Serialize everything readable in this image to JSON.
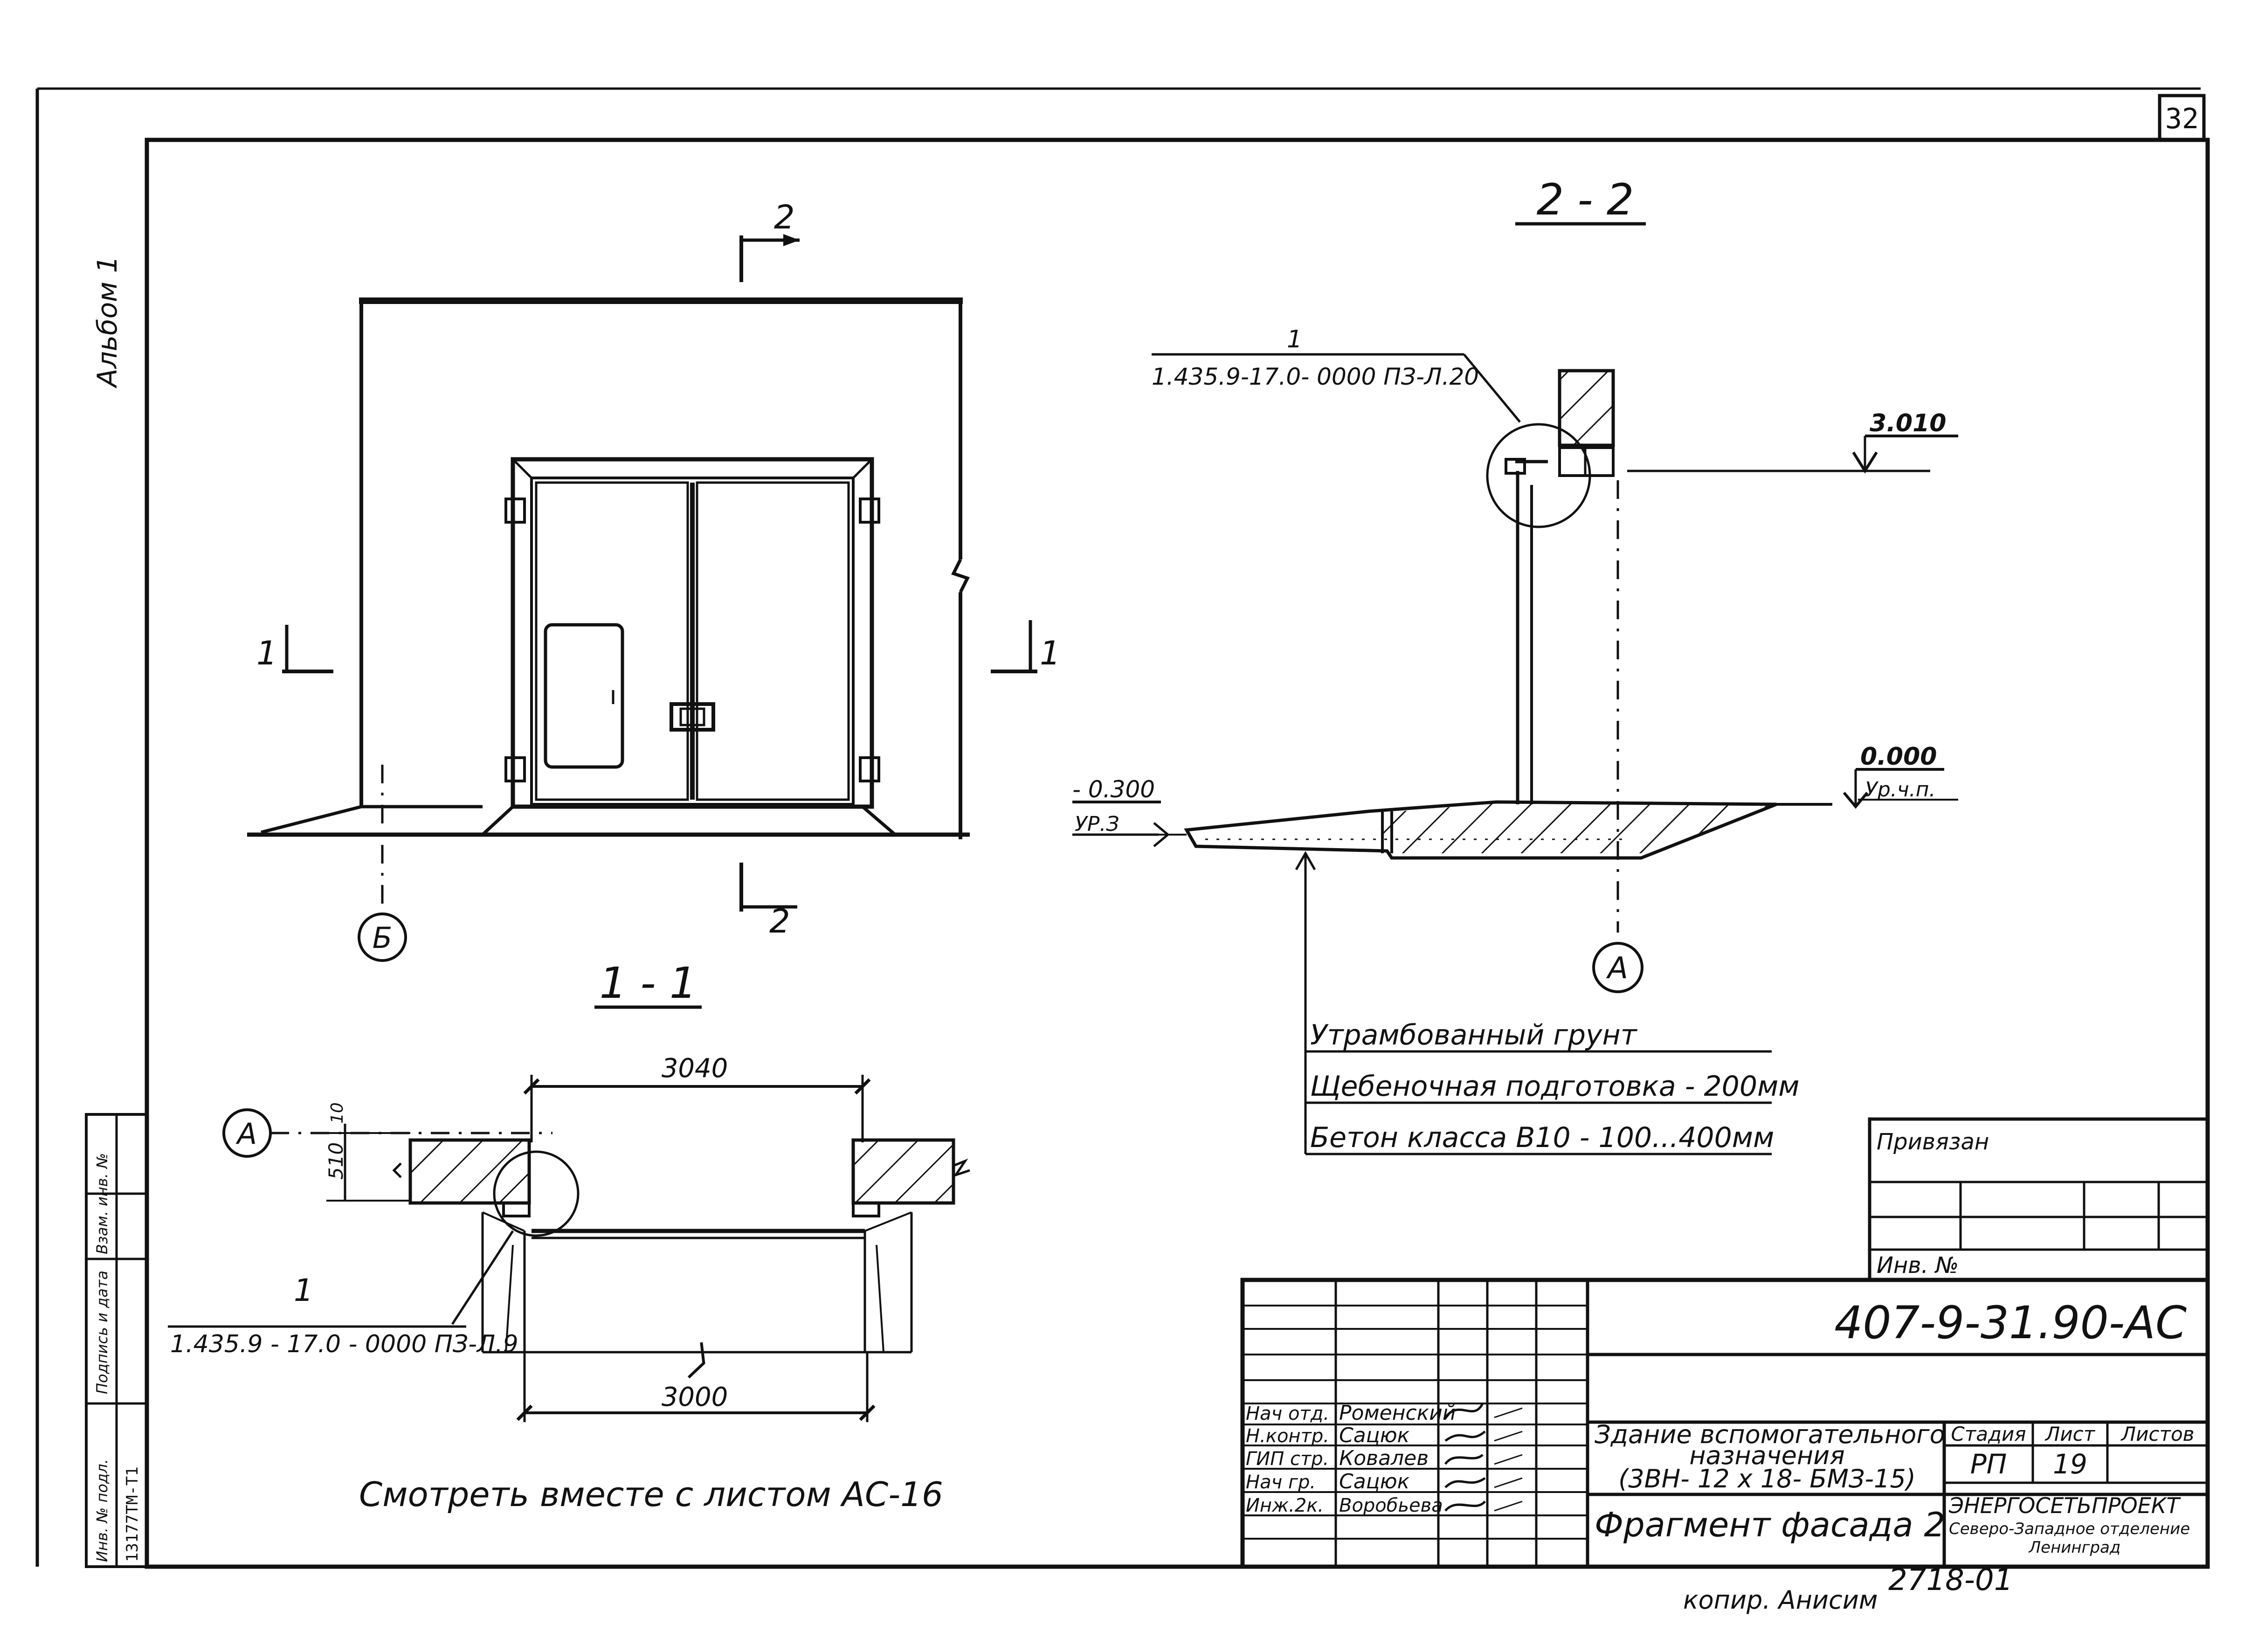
{
  "sheet_number": "32",
  "side_label": "Альбом 1",
  "margin_stamp": {
    "inv_orig": "Инв. № подл.",
    "sign_date": "Подпись и дата",
    "replace_inv": "Взам. инв. №",
    "code": "13177ТМ-Т1"
  },
  "elevation": {
    "section_mark_top": "2",
    "section_mark_bottom": "2",
    "section_mark_left": "1",
    "section_mark_right": "1",
    "axis": "Б"
  },
  "section_1_1": {
    "title": "1 - 1",
    "axis": "А",
    "dim_top": "3040",
    "dim_bottom": "3000",
    "dim_wall": "510",
    "dim_small": "10",
    "callout_number": "1",
    "callout_ref": "1.435.9 - 17.0 - 0000 ПЗ-Л.9",
    "note": "Смотреть вместе с листом АС-16"
  },
  "section_2_2": {
    "title": "2 - 2",
    "callout_number": "1",
    "callout_ref": "1.435.9-17.0- 0000 ПЗ-Л.20",
    "level_top": "3.010",
    "level_floor": "0.000",
    "level_floor_label": "Ур.ч.п.",
    "level_ground": "- 0.300",
    "level_ground_label": "УР.З",
    "axis": "А",
    "layers": [
      "Утрамбованный грунт",
      "Щебеночная подготовка - 200мм",
      "Бетон класса В10 -    100...400мм"
    ]
  },
  "binding_box": {
    "title": "Привязан",
    "inv": "Инв. №"
  },
  "title_block": {
    "doc_code": "407-9-31.90-АС",
    "roles": [
      "Нач отд.",
      "Н.контр.",
      "ГИП стр.",
      "Нач гр.",
      "Инж.2к."
    ],
    "names": [
      "Роменский",
      "Сацюк",
      "Ковалев",
      "Сацюк",
      "Воробьева"
    ],
    "building_title_1": "Здание вспомогательного",
    "building_title_2": "назначения",
    "building_title_3": "(3ВН- 12 x 18- БМЗ-15)",
    "sheet_title": "Фрагмент фасада 2",
    "stage_header": "Стадия",
    "sheet_header": "Лист",
    "sheets_header": "Листов",
    "stage": "РП",
    "sheet": "19",
    "org_1": "ЭНЕРГОСЕТЬПРОЕКТ",
    "org_2": "Северо-Западное отделение",
    "org_3": "Ленинград"
  },
  "footer": {
    "copy_label": "копир. Анисим",
    "copy_number": "2718-01"
  }
}
